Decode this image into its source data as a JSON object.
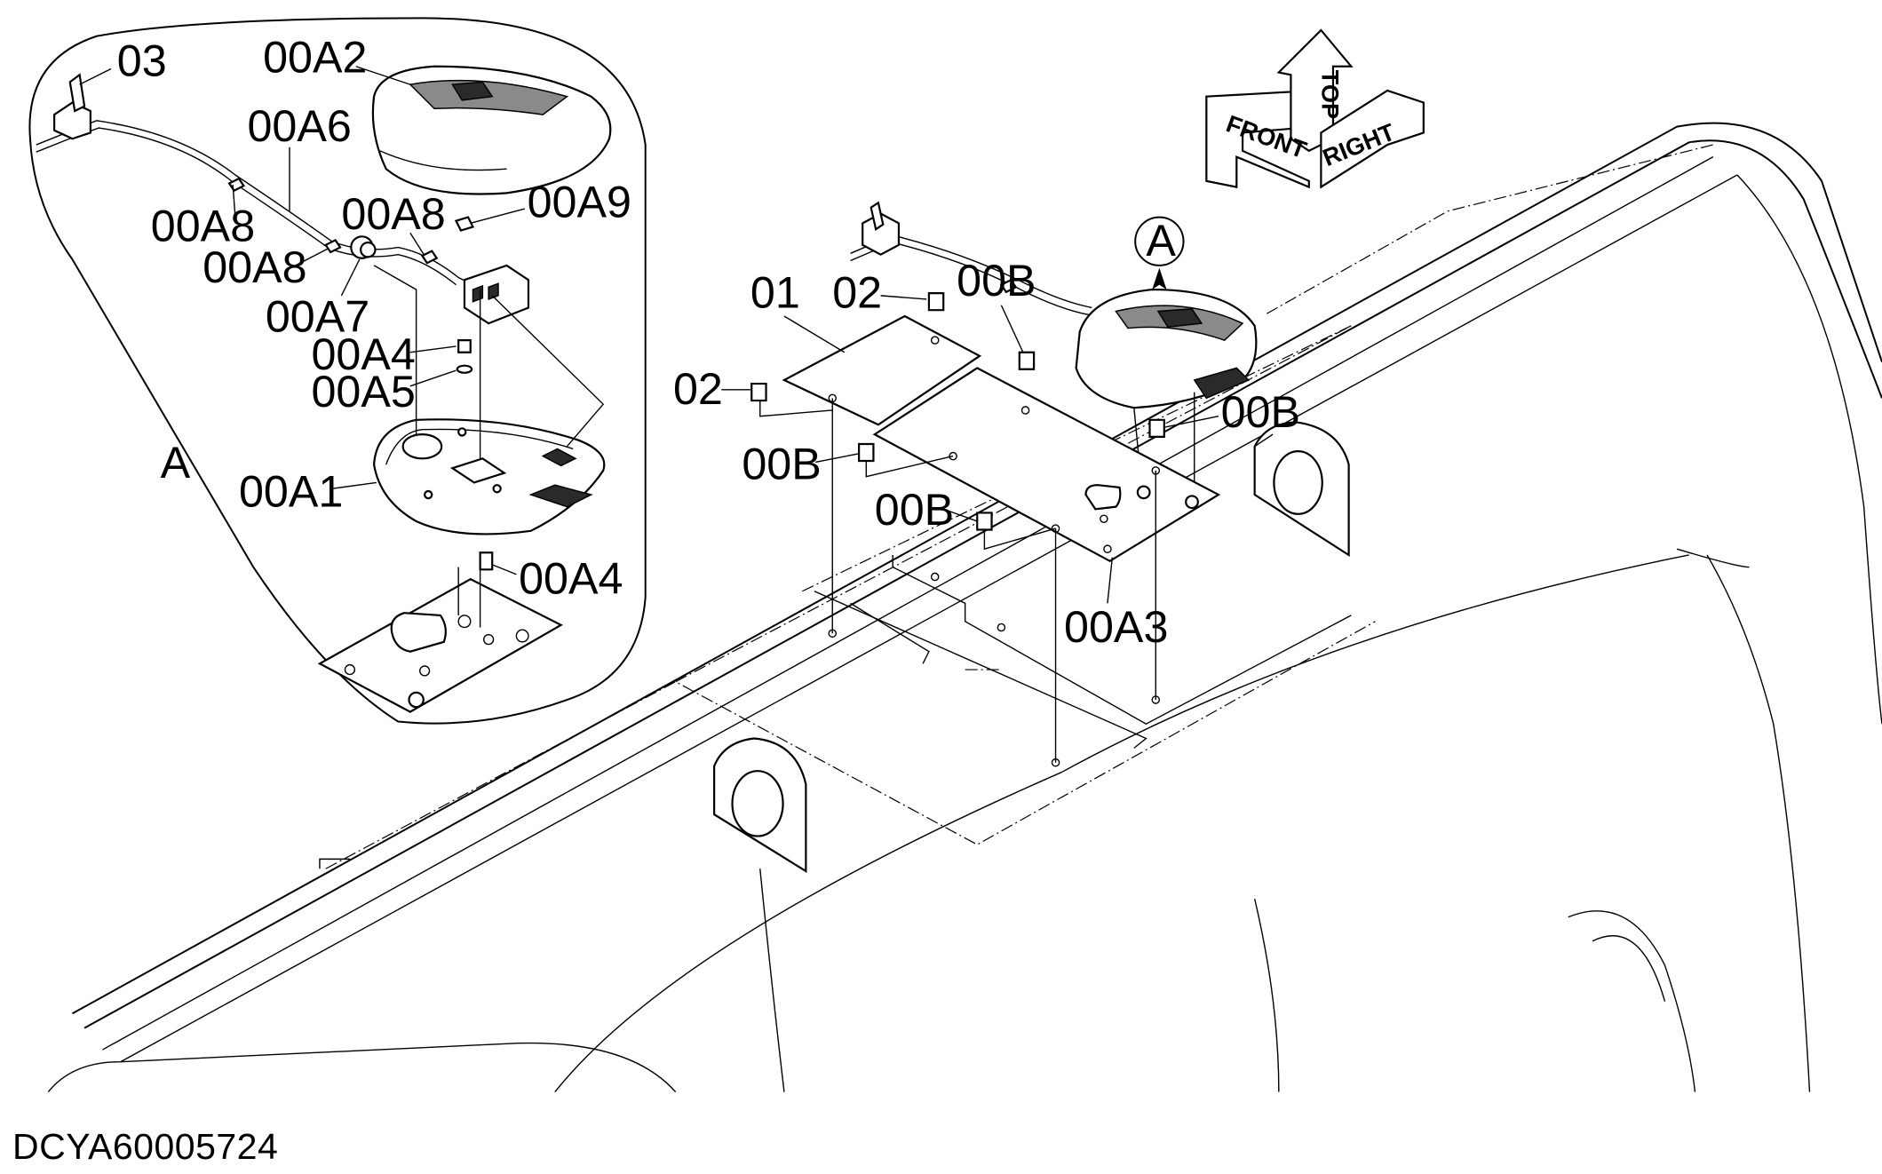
{
  "document_id": "DCYA60005724",
  "detail_view": {
    "letter": "A",
    "callouts": [
      "03",
      "00A2",
      "00A6",
      "00A8",
      "00A8",
      "00A8",
      "00A9",
      "00A7",
      "00A4",
      "00A5",
      "00A1",
      "00A4"
    ]
  },
  "main_view": {
    "detail_marker": "A",
    "callouts": [
      "01",
      "02",
      "02",
      "00B",
      "00B",
      "00B",
      "00B",
      "00A3"
    ]
  },
  "direction_indicator": {
    "front": "FRONT",
    "top": "TOP",
    "right": "RIGHT"
  }
}
